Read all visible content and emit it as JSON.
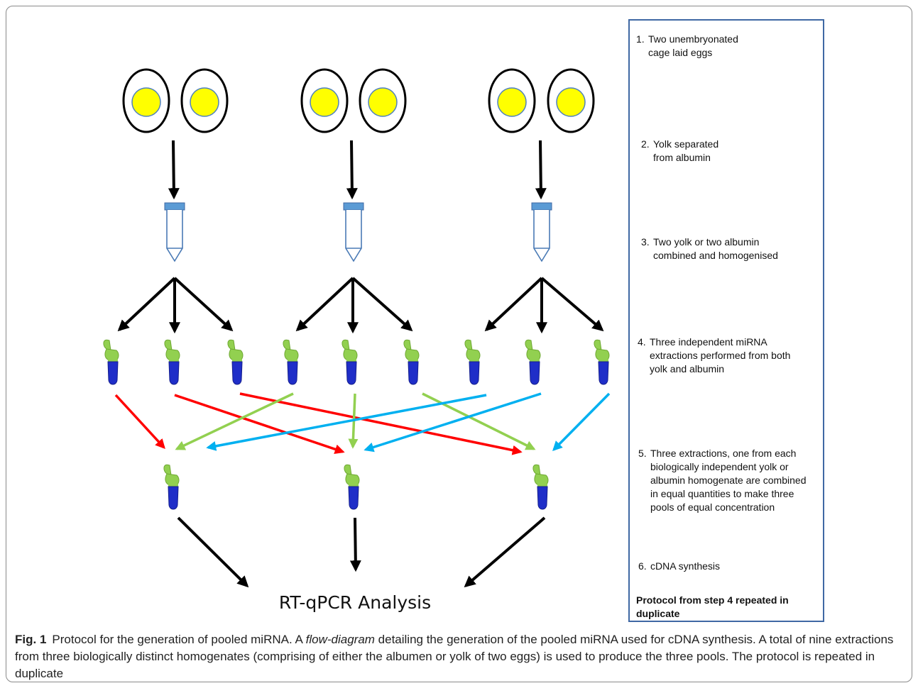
{
  "steps": [
    {
      "number": "1.",
      "lines": [
        "Two  unembryonated",
        "cage laid eggs"
      ]
    },
    {
      "number": "2.",
      "lines": [
        "Yolk separated",
        "from albumin"
      ]
    },
    {
      "number": "3.",
      "lines": [
        "Two yolk or two albumin",
        "combined and homogenised"
      ]
    },
    {
      "number": "4.",
      "lines": [
        "Three independent miRNA",
        "extractions performed from both",
        "yolk and albumin"
      ]
    },
    {
      "number": "5.",
      "lines": [
        "Three extractions, one from each",
        "biologically independent yolk or",
        "albumin homogenate are combined",
        "in equal quantities to make three",
        "pools of equal concentration"
      ]
    },
    {
      "number": "6.",
      "lines": [
        "cDNA synthesis"
      ]
    }
  ],
  "protocol_note": "Protocol  from step 4 repeated in duplicate",
  "analysis_label": "RT-qPCR Analysis",
  "caption": {
    "label": "Fig. 1",
    "text_before": "Protocol for the generation of pooled miRNA. A ",
    "italic": "flow-diagram",
    "text_after": " detailing the generation of the pooled miRNA used for cDNA synthesis. A total of nine extractions from three biologically distinct homogenates (comprising of either the albumen or yolk of two eggs) is used to produce the three pools. The protocol is repeated in duplicate"
  },
  "colors": {
    "yolk": "#ffff00",
    "yolk_outline": "#4f81bd",
    "tube_cap": "#5b9bd5",
    "tube_outline": "#4a7ab5",
    "lid_green": "#92d050",
    "vial_blue": "#1f2ec8",
    "arrow_black": "#000000",
    "arrow_red": "#ff0000",
    "arrow_green": "#92d050",
    "arrow_blue": "#00b0f0",
    "box_border": "#3f68a4"
  },
  "icons": [
    "egg-icon",
    "centrifuge-tube-icon",
    "microtube-icon",
    "arrow-icon"
  ]
}
